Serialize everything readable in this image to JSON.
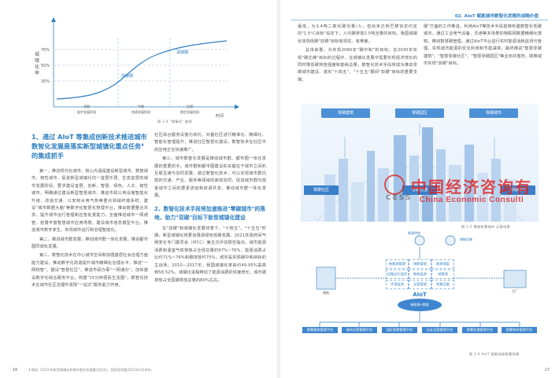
{
  "left_page": {
    "figure": {
      "y_label": "城镇化率",
      "y_ticks": [
        "70%",
        "50%",
        "30%"
      ],
      "x_label": "时间",
      "stage_labels": [
        "初期\n起步发展阶段",
        "中期\n快速发展阶段",
        "后期\n稳定发展阶段"
      ],
      "curve_labels": [
        "加速期",
        "减速期"
      ],
      "caption": "图 2-4  \"城镇化\" 曲线"
    },
    "col1_heading": "1、通过 AIoT 等集成创新技术推进城市数智化发展是落实新型城镇化重点任务⁴的集成抓手",
    "col1_paragraphs": [
      "第一，推进现代化城市。核心内涵是建设新型城市、数智城市、韧性城市，促进新型城镇化向一宜居乐居、生态宜居的城市发展阶段、要求建设宜居、创新、智慧、绿色、人文、韧性城市，明确通过建设新型智慧城市，推进市政公用设施智能化升级、改造交通、公安和水电气热等重点领域终端系统，建设\"城市数据大脑\"等数字化智慧化管理平台，推动数据整合共享，提升城市运行管理和应急处置能力，全面推进城市一网通管，拓展丰富智慧城市应用场景。建设城市信息模型平台，推进城市数字孪生，实现城市运行和治理智能化。",
      "第二，推进城市群发展，推动城市群一体化发展，推进都市圈同城化发展。",
      "第二，数智化技术在中心城市空间和加强基层社会治理方面能力建设，推动数字化改造提升城市精细化治理水平，推进\"一网统管\"，建设\"智慧社区\"，推进市民办事\"一网通办\"，加快建设数字化综合服务平台，构建\"15分钟便民生活圈\"，数智化技术在城市社区治理中发挥\"一站式\"服务能力作用。"
    ],
    "col2_paragraphs": [
      "社区综合服务设施为依托，对基社区进行精准化、精细化、智能化管理提升，推进社区智慧化建设，数智技术在社区中的应用正在快速推广。",
      "第三，城市数智化发展是推动城市群、都市圈一体化发展的重要抓手。城市群和都市圈建设的关键在于城市之间的互联互通与协同发展，通过数智化技术，可以实现城市群内部的交通、产业、服务等领域的高效协同，促进城市群内部各城市之间的要素流动和资源共享，推动城市群一体化发展。"
    ],
    "col2_heading": "2、数智化技术手段将加速推进\"零碳城市\"的落地，助力\"双碳\"目标下新型城镇化建设",
    "col2_paragraphs_b": [
      "在\"双碳\"和城镇化发展背景下，\"十四五\"、\"十五五\"时期，新型城镇化将更加强调绿色低碳发展。2021年政府间气候变化专门委员会（IPCC）第五次评估报告指出，城市能源消费和温室气体排放占全球总量的67%~76%，能源消费占比约71%~76%和碳排放约75%，城市是实现碳中和目标的主战场。2010—2017年，我国城镇化率由约49.95%提高到58.52%，城镇化进程带动了能源消费的快速增长，城市碳排放占全国碳排放总量的80%左右。"
    ],
    "footnote": "4 摘自《2022年新型城镇化和城乡融合发展重点任务》，国家发改委2022年4月发布。",
    "page_number": "16"
  },
  "right_page": {
    "running_head": "02. AIoT 赋能城市数智化发展的战略价值",
    "col1_paragraphs": [
      "最低，为3.4吨二氧化碳当量/人，但尚未达到巴黎协定约定的\"1.5°C目标\"设定下，人均碳排放2.5吨当量的目标。我国城镇化体现低碳\"双碳\"目标有现实、有难度。",
      "总体来看，为实现2060年\"碳中和\"的目标，在2030年实现\"碳达峰\"目标的过程中，在城镇化发展中需要实现经济增长的同时降低碳排放强度和能耗总量，数智化技术手段将成为推动零碳城市建设、落实\"十四五\"、\"十五五\"期间\"双碳\"目标的重要支撑。"
    ],
    "col2_paragraphs": [
      "碳\"方面的工作推进。利用AIoT等技术手段能够构建数智化低碳城市，通过工业电气设备、交通等多场景的物联网数据精细化感知，推动智慧碳管理。通过AIoT平台进行实时能源消耗监测与管理，实现城市能源的优化利用和节能减排。最终推进\"智慧零碳建筑\"、\"智慧零碳社区\"、\"智慧零碳园区\"等业务的落地，助推城市实现\"双碳\"目标。"
    ],
    "scene_figure": {
      "top_buttons": [
        "零碳建筑",
        "零碳园区",
        "零碳城市"
      ],
      "bottom_buttons": [
        "零碳社区",
        "零碳交通",
        "零碳城市"
      ],
      "caption": "图 2-5  零碳智慧城市  示意场景"
    },
    "aiot_figure": {
      "top_labels": [
        "能源供给",
        "储能设施"
      ],
      "left_label": "建筑",
      "right_label": "工厂",
      "grid": [
        [
          "新能源管理",
          "储能管理",
          "能源调度"
        ],
        [
          "设备运行监控",
          "能耗监测",
          "碳管理"
        ],
        [
          "环境监测",
          "运营管理",
          "智慧运维"
        ]
      ],
      "center_label": "AIoT",
      "center_sub": "新能源+数据",
      "bottom_labels": [
        "智慧建筑管理平台",
        "城市运营管理平台",
        "园区智慧管理平台",
        "社区运营管理平台",
        "智慧交通管理平台",
        "智慧城市管理平台"
      ],
      "caption": "图 2-6  AIoT 赋能低碳智慧场景"
    },
    "page_number": "17"
  },
  "watermark": {
    "cn": "中国经济咨询有",
    "en": "China Economic Consulti",
    "logo_text": "CESS"
  },
  "colors": {
    "accent": "#2f7fc1",
    "watermark": "#dd2222",
    "button": "#4c90d6"
  }
}
